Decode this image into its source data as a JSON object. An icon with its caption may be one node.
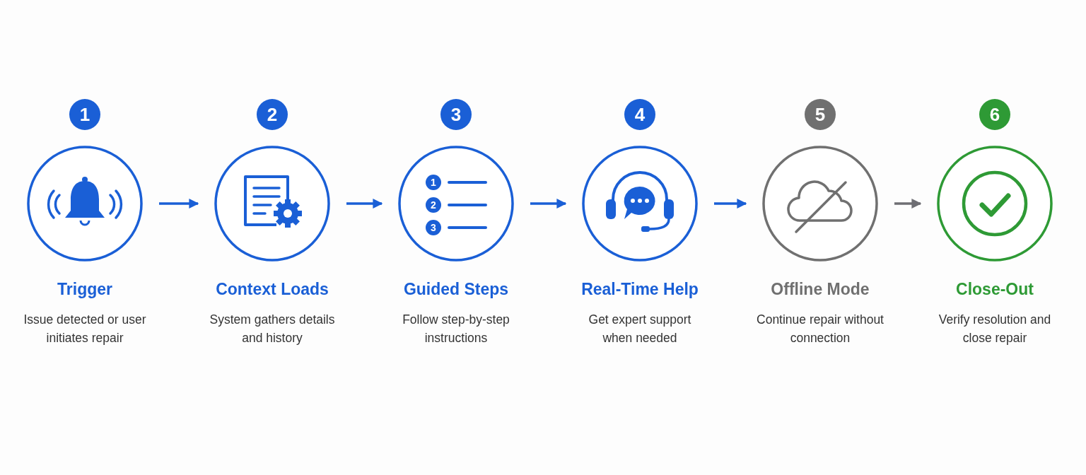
{
  "diagram": {
    "nodes": [
      {
        "text": [
          "Trigger",
          "Issue detected or user initiates repair"
        ],
        "beside": [
          "1"
        ]
      },
      {
        "text": [
          "Context Loads",
          "System gathers details and history"
        ],
        "beside": [
          "2"
        ]
      },
      {
        "text": [
          "Guided Steps",
          "Follow step-by-step instructions"
        ],
        "beside": [
          "3"
        ]
      },
      {
        "text": [
          "Real-Time Help",
          "Get expert support when needed"
        ],
        "beside": [
          "4"
        ]
      },
      {
        "text": [
          "Offline Mode",
          "Continue repair without connection"
        ],
        "beside": [
          "5"
        ]
      },
      {
        "text": [
          "Close-Out",
          "Verify resolution and close repair"
        ],
        "beside": [
          "6"
        ]
      }
    ],
    "edges": [
      {
        "from": 0,
        "to": 1,
        "arrow": "to"
      },
      {
        "from": 1,
        "to": 2,
        "arrow": "to"
      },
      {
        "from": 2,
        "to": 3,
        "arrow": "to"
      },
      {
        "from": 3,
        "to": 4,
        "arrow": "to"
      },
      {
        "from": 4,
        "to": 5,
        "arrow": "to",
        "color": "#6e6e73"
      }
    ],
    "labels": [
      "1",
      "2",
      "3"
    ]
  }
}
